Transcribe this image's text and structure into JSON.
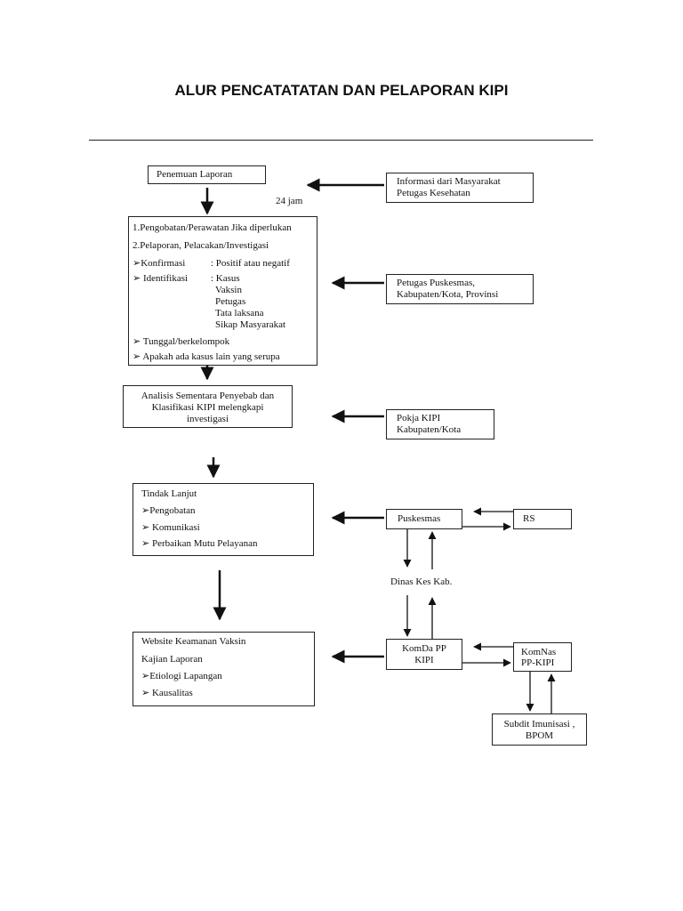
{
  "title": "ALUR PENCATATATAN DAN PELAPORAN KIPI",
  "boxes": {
    "penemuan": "Penemuan Laporan",
    "time_label": "24 jam",
    "info_masyarakat": [
      "Informasi dari Masyarakat",
      "Petugas Kesehatan"
    ],
    "langkah": {
      "l1": "1.Pengobatan/Perawatan Jika diperlukan",
      "l2": "2.Pelaporan, Pelacakan/Investigasi",
      "konfirmasi": "➢Konfirmasi",
      "konfirmasi_val": ": Positif atau negatif",
      "identifikasi": "➢ Identifikasi",
      "identifikasi_vals": [
        ": Kasus",
        "Vaksin",
        "Petugas",
        "Tata laksana",
        "Sikap Masyarakat"
      ],
      "tunggal": "➢ Tunggal/berkelompok",
      "apakah": "➢ Apakah ada kasus lain yang serupa"
    },
    "petugas_puskesmas": [
      "Petugas Puskesmas,",
      "Kabupaten/Kota, Provinsi"
    ],
    "analisis": [
      "Analisis Sementara Penyebab dan",
      "Klasifikasi KIPI melengkapi",
      "investigasi"
    ],
    "pokja": [
      "Pokja KIPI",
      "Kabupaten/Kota"
    ],
    "tindak": [
      "Tindak Lanjut",
      "➢Pengobatan",
      "➢ Komunikasi",
      "➢ Perbaikan Mutu Pelayanan"
    ],
    "puskesmas": "Puskesmas",
    "rs": "RS",
    "dinas": "Dinas Kes Kab.",
    "website": [
      "Website Keamanan Vaksin",
      "Kajian Laporan",
      "➢Etiologi Lapangan",
      "➢ Kausalitas"
    ],
    "komda": [
      "KomDa PP",
      "KIPI"
    ],
    "komnas": [
      "KomNas",
      "PP-KIPI"
    ],
    "subdit": [
      "Subdit Imunisasi ,",
      "BPOM"
    ]
  }
}
